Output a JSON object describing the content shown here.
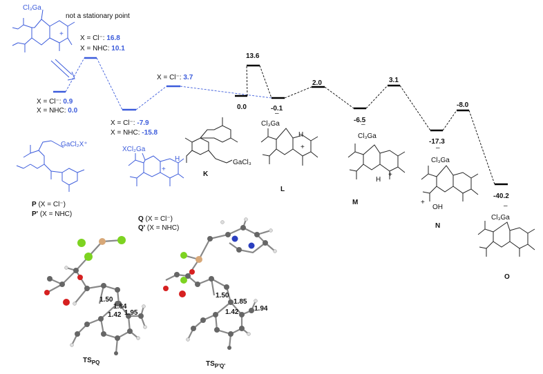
{
  "top_note": "not a stationary point",
  "blue_ts": {
    "cl": "X = Cl⁻: ",
    "cl_val": "16.8",
    "nhc": "X = NHC: ",
    "nhc_val": "10.1"
  },
  "p_level": {
    "cl": "X = Cl⁻: ",
    "cl_val": "0.9",
    "nhc": "X = NHC: ",
    "nhc_val": "0.0"
  },
  "q_level": {
    "cl": "X = Cl⁻: ",
    "cl_val": "-7.9",
    "nhc": "X = NHC: ",
    "nhc_val": "-15.8"
  },
  "ts2_level": {
    "cl": "X = Cl⁻: ",
    "cl_val": "3.7"
  },
  "black_values": {
    "k": "0.0",
    "ts_kl": "13.6",
    "l": "-0.1",
    "ts_lm": "2.0",
    "m": "-6.5",
    "ts_mn": "3.1",
    "n": "-17.3",
    "ts_no": "-8.0",
    "o": "-40.2"
  },
  "compound_labels": {
    "k": "K",
    "l": "L",
    "m": "M",
    "n": "N",
    "o": "O"
  },
  "p_label": {
    "main": "P",
    "cond": " (X = Cl⁻)"
  },
  "pp_label": {
    "main": "P'",
    "cond": " (X = NHC)"
  },
  "q_label": {
    "main": "Q",
    "cond": " (X = Cl⁻)"
  },
  "qp_label": {
    "main": "Q'",
    "cond": " (X = NHC)"
  },
  "ts_pq": {
    "main": "TS",
    "sub": "PQ"
  },
  "ts_pq2": {
    "main": "TS",
    "sub": "P'Q'"
  },
  "bond_lengths_1": [
    "1.50",
    "1.84",
    "1.42",
    "1.95"
  ],
  "bond_lengths_2": [
    "1.50",
    "1.85",
    "1.42",
    "1.94"
  ],
  "chem_text": {
    "cl3ga": "Cl₃Ga",
    "gacl3": "GaCl₃",
    "gacl2x": "GaCl₂X⁺",
    "xcl2ga": "XCl₂Ga",
    "oh": "OH",
    "h": "H",
    "plus": "+",
    "minus": "–"
  },
  "colors": {
    "blue": "#3b5bdb",
    "black": "#000000",
    "cl_green": "#7dd321",
    "ga_tan": "#d8a878",
    "oxygen_red": "#d62020",
    "nitrogen_blue": "#2a3fbf"
  }
}
